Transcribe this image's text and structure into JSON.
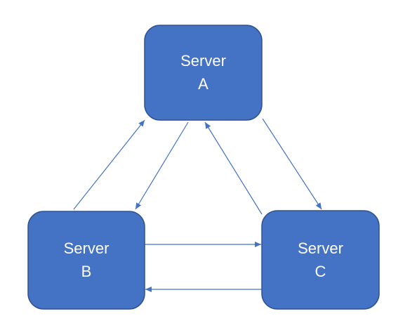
{
  "nodes": {
    "server_a": {
      "line1": "Server",
      "line2": "A"
    },
    "server_b": {
      "line1": "Server",
      "line2": "B"
    },
    "server_c": {
      "line1": "Server",
      "line2": "C"
    }
  },
  "edges": [
    {
      "from": "server_b",
      "to": "server_a"
    },
    {
      "from": "server_a",
      "to": "server_b"
    },
    {
      "from": "server_c",
      "to": "server_a"
    },
    {
      "from": "server_a",
      "to": "server_c"
    },
    {
      "from": "server_b",
      "to": "server_c"
    },
    {
      "from": "server_c",
      "to": "server_b"
    }
  ],
  "colors": {
    "node_fill": "#4472C4",
    "node_border": "#2F528F",
    "node_text": "#FFFFFF",
    "arrow": "#4472C4",
    "background": "#FFFFFF"
  }
}
